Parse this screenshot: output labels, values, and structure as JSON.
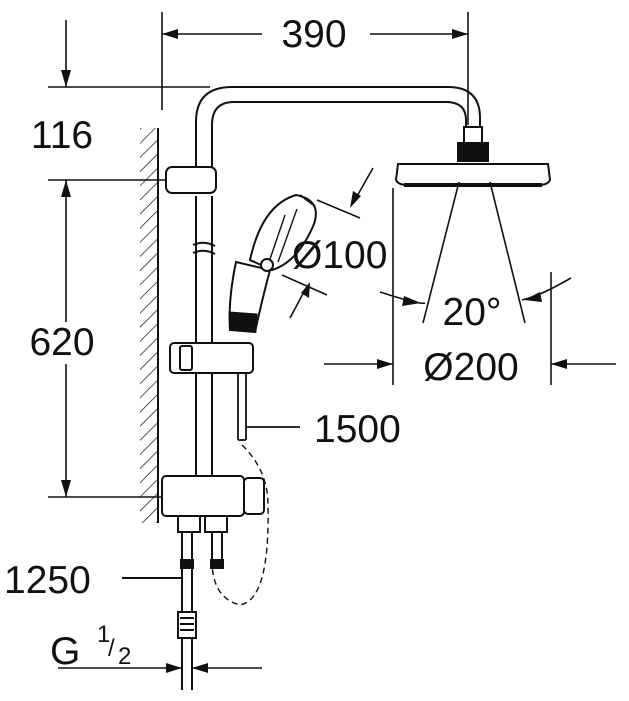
{
  "dimensions": {
    "total_width": "390",
    "top_offset": "116",
    "bar_length": "620",
    "hand_shower_diameter": "Ø100",
    "spray_angle": "20°",
    "head_shower_diameter": "Ø200",
    "hose_length": "1500",
    "supply_hose_length": "1250",
    "thread_main": "G",
    "thread_num": "1",
    "thread_slash": "/",
    "thread_den": "2"
  },
  "colors": {
    "line": "#111111",
    "background": "#ffffff"
  }
}
